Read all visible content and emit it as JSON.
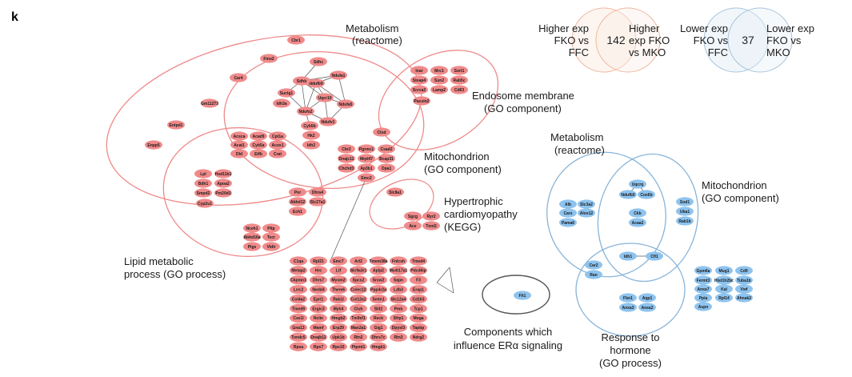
{
  "panel_label": "k",
  "colors": {
    "red_node": "#f08a8a",
    "blue_node": "#8ec3ee",
    "red_outline": "#ee8a8a",
    "blue_outline": "#88b4d9",
    "edge": "#555555",
    "grey_outline": "#555555"
  },
  "venn_higher": {
    "left_label": [
      "Higher exp",
      "FKO vs",
      "FFC"
    ],
    "count": "142",
    "right_label": [
      "Higher",
      "exp FKO",
      "vs MKO"
    ]
  },
  "venn_lower": {
    "left_label": [
      "Lower exp",
      "FKO vs",
      "FFC"
    ],
    "count": "37",
    "right_label": [
      "Lower exp",
      "FKO vs",
      "MKO"
    ]
  },
  "red_group_labels": {
    "metabolism": [
      "Metabolism",
      "(reactome)"
    ],
    "endosome": [
      "Endosome membrane",
      "(GO component)"
    ],
    "mitochondrion": [
      "Mitochondrion",
      "(GO component)"
    ],
    "hypertrophic": [
      "Hypertrophic",
      "cardiomyopathy",
      "(KEGG)"
    ],
    "lipid": [
      "Lipid metabolic",
      "process (GO process)"
    ]
  },
  "blue_group_labels": {
    "metabolism": [
      "Metabolism",
      "(reactome)"
    ],
    "mitochondrion": [
      "Mitochondrion",
      "(GO component)"
    ],
    "hormone": [
      "Response to",
      "hormone",
      "(GO process)"
    ]
  },
  "er_label": [
    "Components which",
    "influence ERα signaling"
  ],
  "red_nodes": [
    "Cbr1",
    "Fmo2",
    "Sdhc",
    "Car4",
    "Ndufa1",
    "Ndufb9",
    "Sdhb",
    "Uqcr10",
    "Suclg1",
    "Idh3a",
    "Ndufs2",
    "Ndufa5",
    "Ndufv1",
    "Gm11273",
    "Cyb5b",
    "Hk2",
    "Idh2",
    "Entpd1",
    "Enpp5",
    "Acsca",
    "Acad9",
    "Cpt1a",
    "Acat1",
    "Cyb5a",
    "Acox1",
    "Dld",
    "Etfb",
    "Crat",
    "Lpl",
    "Hsd11b1",
    "Bdh1",
    "Apoa2",
    "Smpd2",
    "Pm20d1",
    "Cyp2u1",
    "Por",
    "Dhrs4",
    "Abhd12",
    "Slc27a1",
    "Ech1",
    "Nceh1",
    "Pltp",
    "Abhd16a",
    "Tecr",
    "Pigs",
    "Vldlr",
    "Inar",
    "Mrc1",
    "Sort1",
    "Steap4",
    "Sun2",
    "Rab5c",
    "Scrca2",
    "Lamp2",
    "Cd63",
    "Pacsin2",
    "Ctsd",
    "Cbr2",
    "Pgrmc1",
    "Csad2",
    "Dnajc11",
    "Mrpl47",
    "Bcap31",
    "Chchd3",
    "Ap3b1",
    "Opa1",
    "Emc2",
    "Slc8a1",
    "Sgcg",
    "Ryr2",
    "Ace",
    "Tnnt2",
    "C1qa",
    "Rpl21",
    "Emc7",
    "Arl2",
    "Tmem38a",
    "Fnlcsh",
    "Tmed4",
    "Metap2",
    "Hrc",
    "Ltf",
    "Slc9a3r1",
    "Aplp2",
    "Ms4t17a1",
    "Pdcd6ip",
    "Ckpmn1",
    "Dhrs7",
    "Myom2",
    "Spcs2",
    "Srxw2",
    "Sapn",
    "F3",
    "Lrrc2",
    "Nedd4",
    "Them6",
    "Colec12",
    "Ppp4r2a",
    "Ldb3",
    "Erap1",
    "Col4a2",
    "Eprl1",
    "Rab1l",
    "Col12a1",
    "Smtn1",
    "Slc12a4",
    "Cd163",
    "Tmed9",
    "Ergic3",
    "Myh4",
    "Cluh",
    "Slit2",
    "Pmb",
    "Tcp1",
    "Cse1l",
    "Nclin",
    "Hmgb2",
    "Tm9sf1",
    "Reck",
    "Sfrp1",
    "Moga",
    "Gna13",
    "Mamf",
    "Erp29",
    "Man2a1",
    "Gig1",
    "Dpysl3",
    "Tapbp",
    "Tondc5",
    "Dnajb11",
    "Upk1b",
    "Rtn2",
    "Dhrs7c",
    "Rtn3",
    "Ndrg2",
    "Rpsa",
    "Rps7",
    "Rps10",
    "Ptpmt1",
    "Hmgb1"
  ],
  "blue_nodes": [
    "Alb",
    "Slc3a2",
    "Cars",
    "Alox12",
    "Pama6",
    "Uqcrq",
    "Ndufb5",
    "Cox6b",
    "Ckb",
    "Acaa2",
    "Sod1",
    "Uba1",
    "Rab1b",
    "Car2",
    "Ran",
    "Idh1",
    "Cfl1",
    "Fbn1",
    "Aqp1",
    "Anxa3",
    "Anxa2",
    "Gpm6a",
    "Mug1",
    "Cd9",
    "Fermt3",
    "Hist1h2bc",
    "Tuba1b",
    "Anxa7",
    "Kal",
    "Vwf",
    "Ppia",
    "Rpl14",
    "Ahnak2",
    "Aspn",
    "Fh1"
  ]
}
